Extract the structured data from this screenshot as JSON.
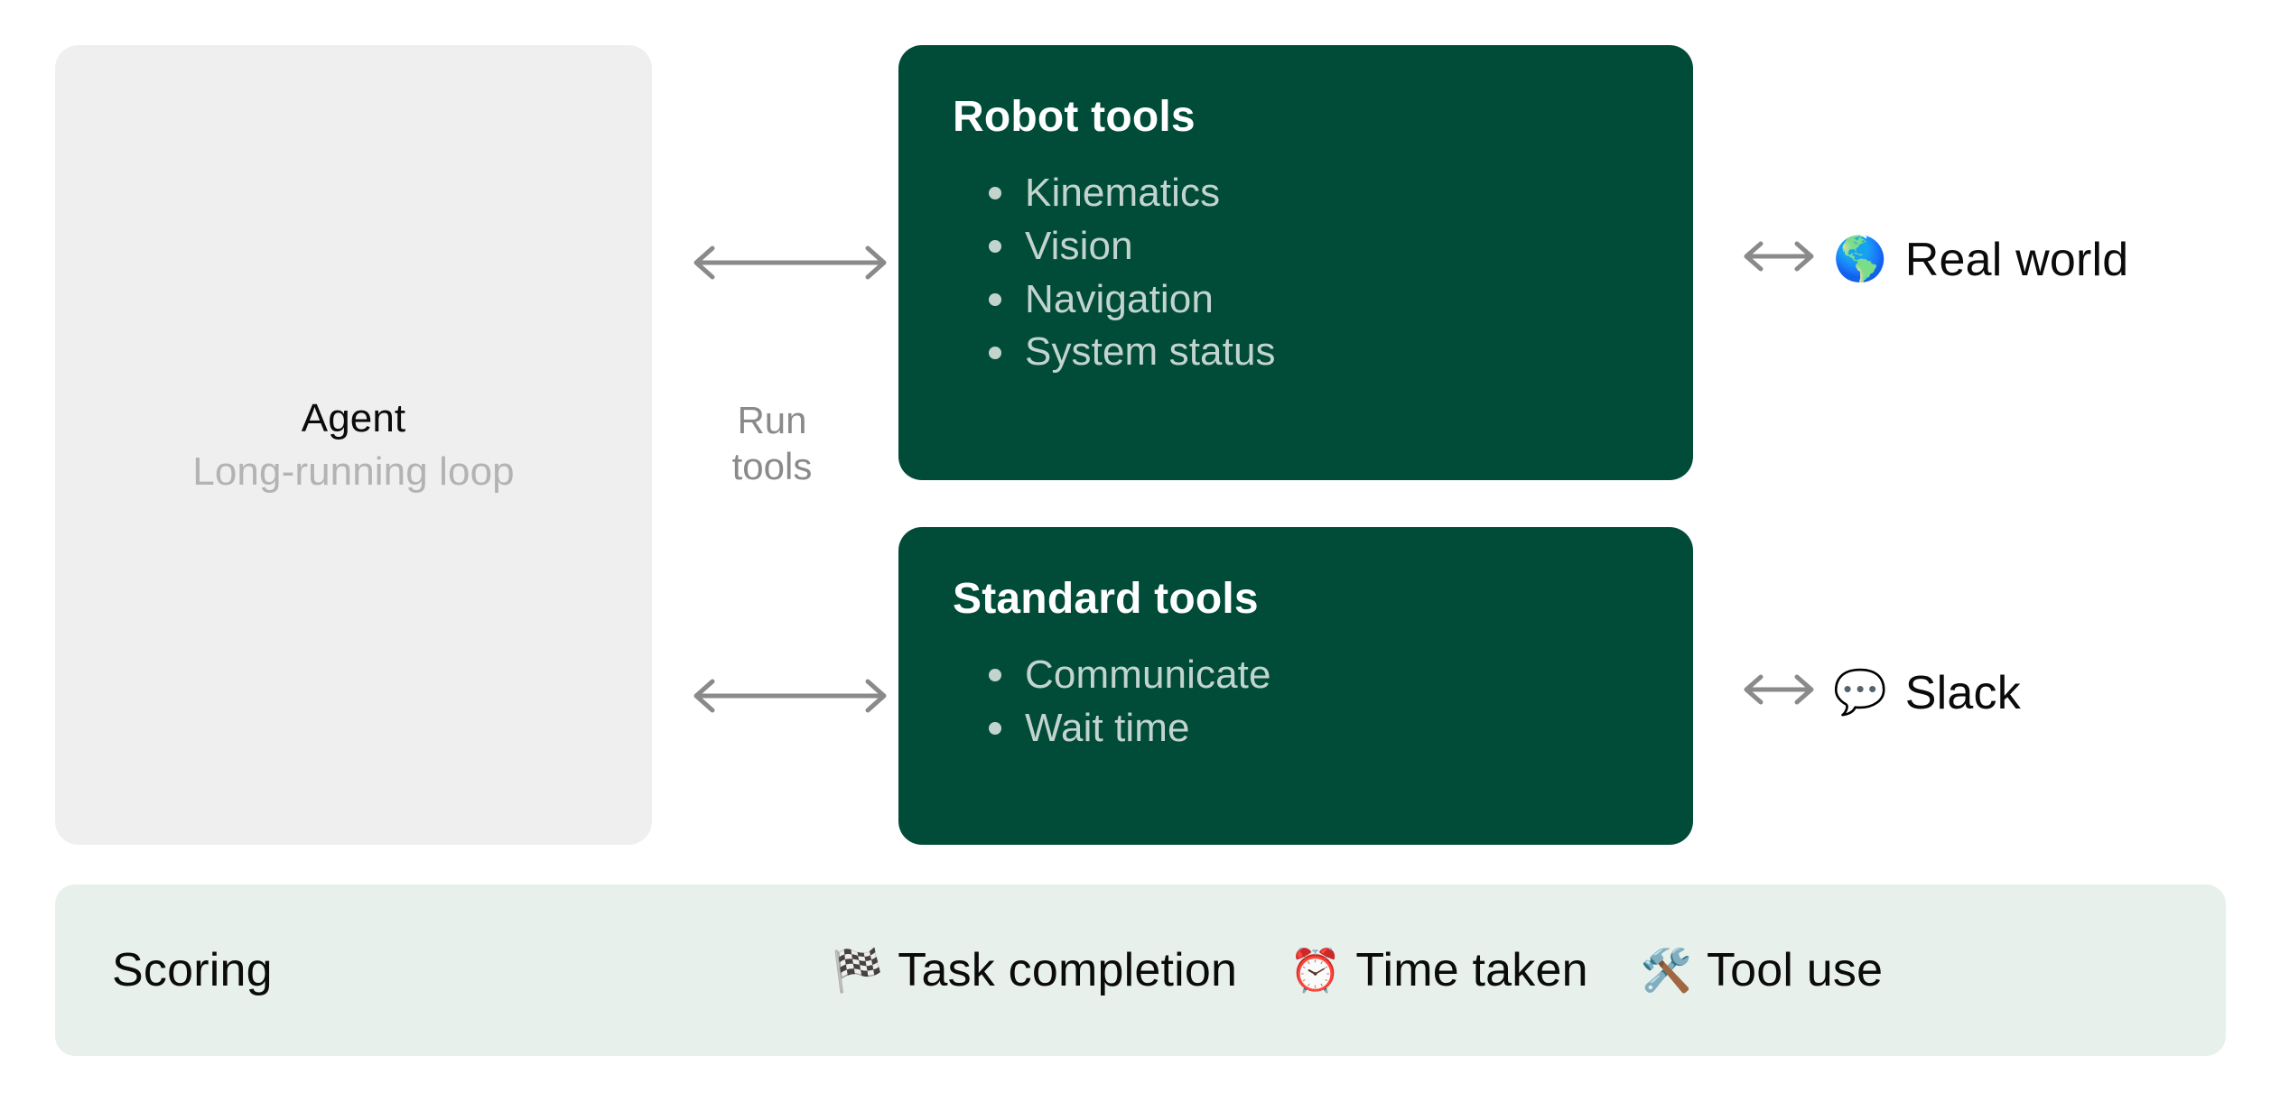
{
  "agent": {
    "title": "Agent",
    "subtitle": "Long-running loop"
  },
  "connector": {
    "run_tools_label": "Run\ntools",
    "run_tools_line1": "Run",
    "run_tools_line2": "tools",
    "arrow_icon": "double-headed-arrow"
  },
  "cards": [
    {
      "id": "robot-tools",
      "title": "Robot tools",
      "items": [
        "Kinematics",
        "Vision",
        "Navigation",
        "System status"
      ]
    },
    {
      "id": "standard-tools",
      "title": "Standard tools",
      "items": [
        "Communicate",
        "Wait time"
      ]
    }
  ],
  "endpoints": [
    {
      "id": "real-world",
      "emoji": "🌎",
      "icon_name": "globe-americas-icon",
      "label": "Real world"
    },
    {
      "id": "slack",
      "emoji": "💬",
      "icon_name": "speech-balloon-icon",
      "label": "Slack"
    }
  ],
  "scoring": {
    "label": "Scoring",
    "metrics": [
      {
        "id": "task-completion",
        "emoji": "🏁",
        "icon_name": "checkered-flag-icon",
        "label": "Task completion"
      },
      {
        "id": "time-taken",
        "emoji": "⏰",
        "icon_name": "alarm-clock-icon",
        "label": "Time taken"
      },
      {
        "id": "tool-use",
        "emoji": "🛠️",
        "icon_name": "hammer-and-wrench-icon",
        "label": "Tool use"
      }
    ]
  },
  "colors": {
    "card_green": "#004C38",
    "card_text": "#C2D4CD",
    "agent_gray": "#EFEFEF",
    "scoring_mint": "#E8F0EC",
    "arrow_gray": "#8a8a8a",
    "muted_text": "#b3b3b3",
    "background": "#ffffff"
  }
}
